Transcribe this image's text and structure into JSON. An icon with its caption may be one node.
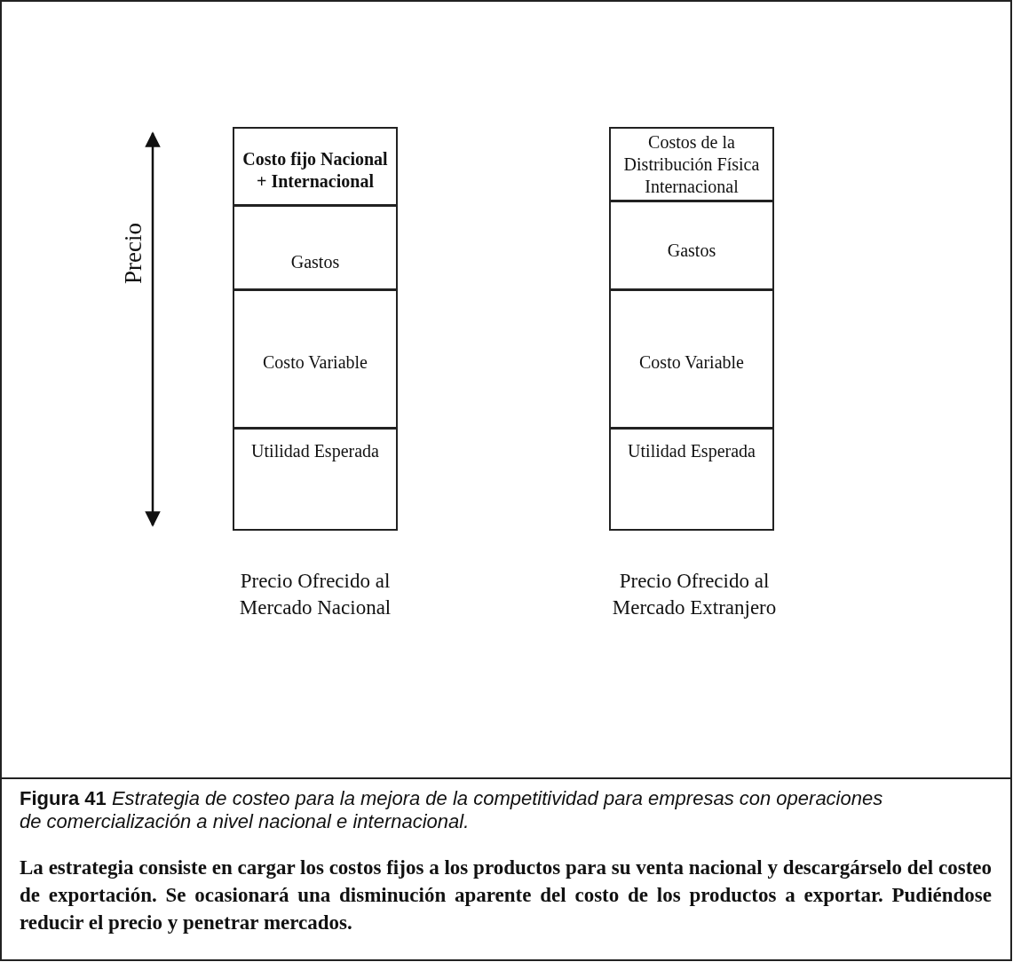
{
  "diagram": {
    "caption": "**Figura 41** *Estrategia de costeo para la mejora de la competitividad para empresas con operaciones de comercialización a nivel nacional e internacional.*",
    "nodes": [
      {
        "text": [
          "Costo fijo Nacional + Internacional"
        ]
      },
      {
        "text": [
          "Gastos"
        ]
      },
      {
        "text": [
          "Costo Variable"
        ]
      },
      {
        "text": [
          "Utilidad Esperada"
        ]
      },
      {
        "text": [
          "Costos de la Distribución Física Internacional"
        ]
      },
      {
        "text": [
          "Gastos"
        ]
      },
      {
        "text": [
          "Costo Variable"
        ]
      },
      {
        "text": [
          "Utilidad Esperada"
        ]
      }
    ],
    "edges": [],
    "labels": [
      "Precio",
      "Precio Ofrecido al Mercado Nacional",
      "Precio Ofrecido al Mercado Extranjero",
      "La estrategia consiste en cargar los costos fijos a los productos para su venta nacional y descargárselo del costeo de exportación. Se ocasionará una disminución aparente del costo de los productos a exportar. Pudiéndose reducir el precio y penetrar mercados."
    ]
  }
}
